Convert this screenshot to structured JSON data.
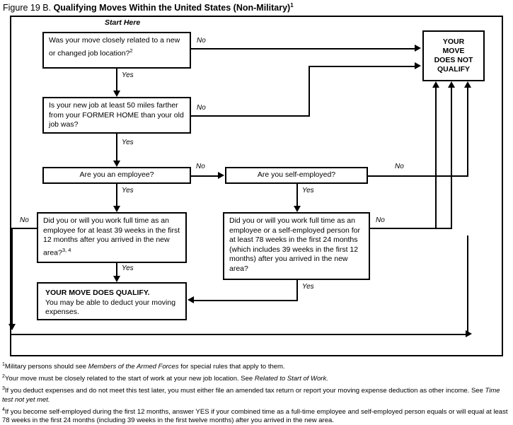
{
  "title": {
    "figure_prefix": "Figure 19 B.",
    "name": "Qualifying Moves Within the United States (Non-Military)",
    "marker": "1"
  },
  "start_label": "Start Here",
  "nodes": {
    "q1": {
      "text": "Was your move closely related to a new or changed job location?",
      "marker": "2"
    },
    "q2": {
      "text": "Is your new job at least 50 miles farther from your FORMER HOME than your old job was?"
    },
    "q3": {
      "text": "Are you an employee?"
    },
    "q4": {
      "text": "Are you self-employed?"
    },
    "q5": {
      "text": "Did you or will you work full time as an employee for at least 39 weeks in the first 12 months after you arrived in the new area?",
      "marker": "3, 4"
    },
    "q6": {
      "text": "Did you or will you work full time as an employee or a self-employed person for at least 78 weeks in the first 24 months (which includes 39 weeks in the first 12 months) after you arrived in the new area?"
    },
    "qualify": {
      "headline": "YOUR MOVE DOES QUALIFY.",
      "body": "You may be able to deduct your moving expenses."
    },
    "not_qualify": {
      "line1": "YOUR",
      "line2": "MOVE",
      "line3": "DOES NOT",
      "line4": "QUALIFY"
    }
  },
  "edges": {
    "q1_no": "No",
    "q1_yes": "Yes",
    "q2_no": "No",
    "q2_yes": "Yes",
    "q3_no": "No",
    "q3_yes": "Yes",
    "q4_no": "No",
    "q4_yes": "Yes",
    "q5_no": "No",
    "q5_yes": "Yes",
    "q6_no": "No",
    "q6_yes": "Yes"
  },
  "footnotes": [
    {
      "marker": "1",
      "parts": [
        {
          "text": "Military persons should see ",
          "italic": false
        },
        {
          "text": "Members of the Armed Forces",
          "italic": true
        },
        {
          "text": " for special rules that apply to them.",
          "italic": false
        }
      ]
    },
    {
      "marker": "2",
      "parts": [
        {
          "text": "Your move must be closely related to the start of work at your new job location. See ",
          "italic": false
        },
        {
          "text": "Related to Start of Work.",
          "italic": true
        }
      ]
    },
    {
      "marker": "3",
      "parts": [
        {
          "text": "If you deduct expenses and do not meet this test later, you must either file an amended tax return or report your moving expense deduction as other income. See ",
          "italic": false
        },
        {
          "text": "Time test not yet met.",
          "italic": true
        }
      ]
    },
    {
      "marker": "4",
      "parts": [
        {
          "text": "If you become self-employed during the first 12 months, answer YES if your combined time as a full-time employee and self-employed person equals or will equal at least 78 weeks in the first 24 months (including 39 weeks in the first twelve months) after you arrived in the new area.",
          "italic": false
        }
      ]
    }
  ],
  "colors": {
    "ink": "#000000",
    "paper": "#ffffff"
  }
}
